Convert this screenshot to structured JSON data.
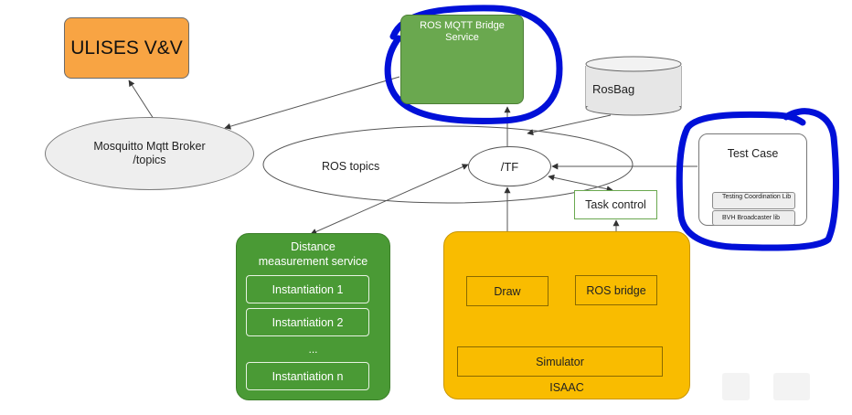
{
  "nodes": {
    "ulises": "ULISES V&V",
    "ros_mqtt_bridge": [
      "ROS MQTT Bridge",
      "Service"
    ],
    "rosbag": "RosBag",
    "broker": [
      "Mosquitto Mqtt Broker",
      "/topics"
    ],
    "ros_topics": "ROS topics",
    "tf": "/TF",
    "task_control": "Task control",
    "test_case": {
      "title": "Test Case",
      "libs": [
        "Testing Coordination Lib",
        "BVH Broadcaster lib"
      ]
    },
    "distance_service": {
      "title": [
        "Distance",
        "measurement service"
      ],
      "instances": [
        "Instantiation 1",
        "Instantiation 2",
        "...",
        "Instantiation n"
      ]
    },
    "isaac": {
      "label": "ISAAC",
      "draw": "Draw",
      "ros_bridge": "ROS bridge",
      "simulator": "Simulator"
    }
  },
  "colors": {
    "ulises": "#f8a443",
    "bridge": "#6aa84f",
    "distance": "#4a9a35",
    "isaac": "#f9bc00",
    "highlight": "#0010d8"
  }
}
